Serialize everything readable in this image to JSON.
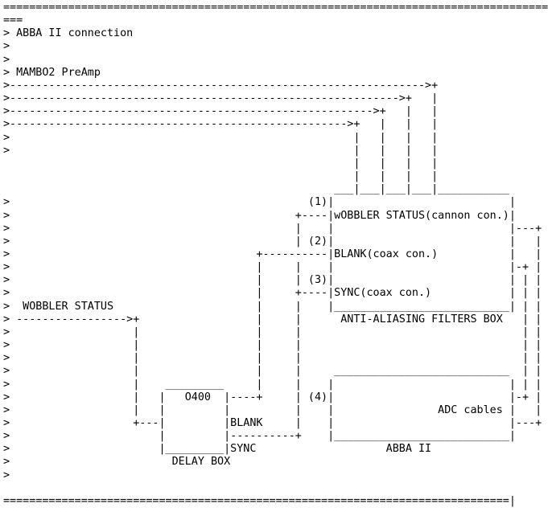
{
  "colors": {
    "background": "#ffffff",
    "text": "#000000"
  },
  "document": {
    "title": "ABBA II connection",
    "source_label": "MAMBO2 PreAmp",
    "left_signal_label": "WOBBLER STATUS",
    "boxes": [
      {
        "name": "ANTI-ALIASING FILTERS BOX",
        "ports": [
          {
            "number": "(1)",
            "label": "wOBBLER STATUS(cannon con.)"
          },
          {
            "number": "(2)",
            "label": "BLANK(coax con.)"
          },
          {
            "number": "(3)",
            "label": "SYNC(coax con.)"
          }
        ]
      },
      {
        "name": "DELAY BOX",
        "unit": "O400",
        "output_labels": [
          "BLANK",
          "SYNC"
        ]
      },
      {
        "name": "ABBA II",
        "port_number": "(4)",
        "label": "ADC cables"
      }
    ]
  },
  "diagram": {
    "note": "Each line is a list of segments: [col, text] places text at column; [col, n, ch] places ch repeated n times at column.",
    "lines": [
      [
        [
          0,
          84,
          "="
        ]
      ],
      [
        [
          0,
          "==="
        ]
      ],
      [
        [
          0,
          "> ABBA II connection"
        ]
      ],
      [
        [
          0,
          ">"
        ]
      ],
      [
        [
          0,
          ">"
        ]
      ],
      [
        [
          0,
          "> MAMBO2 PreAmp"
        ]
      ],
      [
        [
          0,
          ">"
        ],
        [
          1,
          64,
          "-"
        ],
        [
          65,
          ">+"
        ]
      ],
      [
        [
          0,
          ">"
        ],
        [
          1,
          60,
          "-"
        ],
        [
          61,
          ">+"
        ],
        [
          66,
          "|"
        ]
      ],
      [
        [
          0,
          ">"
        ],
        [
          1,
          56,
          "-"
        ],
        [
          57,
          ">+"
        ],
        [
          62,
          "|"
        ],
        [
          66,
          "|"
        ]
      ],
      [
        [
          0,
          ">"
        ],
        [
          1,
          52,
          "-"
        ],
        [
          53,
          ">+"
        ],
        [
          58,
          "|"
        ],
        [
          62,
          "|"
        ],
        [
          66,
          "|"
        ]
      ],
      [
        [
          0,
          ">"
        ],
        [
          54,
          "|"
        ],
        [
          58,
          "|"
        ],
        [
          62,
          "|"
        ],
        [
          66,
          "|"
        ]
      ],
      [
        [
          0,
          ">"
        ],
        [
          54,
          "|"
        ],
        [
          58,
          "|"
        ],
        [
          62,
          "|"
        ],
        [
          66,
          "|"
        ]
      ],
      [
        [
          54,
          "|"
        ],
        [
          58,
          "|"
        ],
        [
          62,
          "|"
        ],
        [
          66,
          "|"
        ]
      ],
      [
        [
          54,
          "|"
        ],
        [
          58,
          "|"
        ],
        [
          62,
          "|"
        ],
        [
          66,
          "|"
        ]
      ],
      [
        [
          51,
          27,
          "_"
        ],
        [
          54,
          "|"
        ],
        [
          58,
          "|"
        ],
        [
          62,
          "|"
        ],
        [
          66,
          "|"
        ]
      ],
      [
        [
          0,
          ">"
        ],
        [
          47,
          "(1)|"
        ],
        [
          78,
          "|"
        ]
      ],
      [
        [
          0,
          ">"
        ],
        [
          45,
          "+----|wOBBLER STATUS(cannon con.)|"
        ]
      ],
      [
        [
          0,
          ">"
        ],
        [
          45,
          "|"
        ],
        [
          50,
          "|"
        ],
        [
          78,
          "|---+"
        ]
      ],
      [
        [
          0,
          ">"
        ],
        [
          45,
          "| (2)|"
        ],
        [
          78,
          "|"
        ],
        [
          82,
          "|"
        ]
      ],
      [
        [
          0,
          ">"
        ],
        [
          39,
          "+----------|BLANK(coax con.)"
        ],
        [
          78,
          "|"
        ],
        [
          82,
          "|"
        ]
      ],
      [
        [
          0,
          ">"
        ],
        [
          39,
          "|"
        ],
        [
          45,
          "|"
        ],
        [
          50,
          "|"
        ],
        [
          78,
          "|-+"
        ],
        [
          82,
          "|"
        ]
      ],
      [
        [
          0,
          ">"
        ],
        [
          39,
          "|"
        ],
        [
          45,
          "| (3)|"
        ],
        [
          78,
          "|"
        ],
        [
          80,
          "|"
        ],
        [
          82,
          "|"
        ]
      ],
      [
        [
          0,
          ">"
        ],
        [
          39,
          "|"
        ],
        [
          45,
          "+----|SYNC(coax con.)"
        ],
        [
          78,
          "|"
        ],
        [
          80,
          "|"
        ],
        [
          82,
          "|"
        ]
      ],
      [
        [
          0,
          ">  WOBBLER STATUS"
        ],
        [
          39,
          "|"
        ],
        [
          45,
          "|"
        ],
        [
          50,
          "|"
        ],
        [
          51,
          27,
          "_"
        ],
        [
          78,
          "|"
        ],
        [
          80,
          "|"
        ],
        [
          82,
          "|"
        ]
      ],
      [
        [
          0,
          "> "
        ],
        [
          2,
          17,
          "-"
        ],
        [
          19,
          ">+"
        ],
        [
          39,
          "|"
        ],
        [
          45,
          "|"
        ],
        [
          52,
          "ANTI-ALIASING FILTERS BOX"
        ],
        [
          80,
          "|"
        ],
        [
          82,
          "|"
        ]
      ],
      [
        [
          0,
          ">"
        ],
        [
          20,
          "|"
        ],
        [
          39,
          "|"
        ],
        [
          45,
          "|"
        ],
        [
          80,
          "|"
        ],
        [
          82,
          "|"
        ]
      ],
      [
        [
          0,
          ">"
        ],
        [
          20,
          "|"
        ],
        [
          39,
          "|"
        ],
        [
          45,
          "|"
        ],
        [
          80,
          "|"
        ],
        [
          82,
          "|"
        ]
      ],
      [
        [
          0,
          ">"
        ],
        [
          20,
          "|"
        ],
        [
          39,
          "|"
        ],
        [
          45,
          "|"
        ],
        [
          80,
          "|"
        ],
        [
          82,
          "|"
        ]
      ],
      [
        [
          0,
          ">"
        ],
        [
          20,
          "|"
        ],
        [
          39,
          "|"
        ],
        [
          45,
          "|"
        ],
        [
          51,
          27,
          "_"
        ],
        [
          80,
          "|"
        ],
        [
          82,
          "|"
        ]
      ],
      [
        [
          0,
          ">"
        ],
        [
          20,
          "|"
        ],
        [
          25,
          9,
          "_"
        ],
        [
          39,
          "|"
        ],
        [
          45,
          "|"
        ],
        [
          50,
          "|"
        ],
        [
          78,
          "|"
        ],
        [
          80,
          "|"
        ],
        [
          82,
          "|"
        ]
      ],
      [
        [
          0,
          ">"
        ],
        [
          20,
          "|"
        ],
        [
          24,
          "|   O400  |----+"
        ],
        [
          45,
          "| (4)|"
        ],
        [
          78,
          "|-+"
        ],
        [
          82,
          "|"
        ]
      ],
      [
        [
          0,
          ">"
        ],
        [
          20,
          "|"
        ],
        [
          24,
          "|"
        ],
        [
          34,
          "|"
        ],
        [
          45,
          "|"
        ],
        [
          50,
          "|"
        ],
        [
          67,
          "ADC cables"
        ],
        [
          78,
          "|"
        ],
        [
          82,
          "|"
        ]
      ],
      [
        [
          0,
          ">"
        ],
        [
          20,
          "+---|"
        ],
        [
          34,
          "|BLANK"
        ],
        [
          45,
          "|"
        ],
        [
          50,
          "|"
        ],
        [
          78,
          "|---+"
        ]
      ],
      [
        [
          0,
          ">"
        ],
        [
          24,
          "|"
        ],
        [
          34,
          "|"
        ],
        [
          35,
          10,
          "-"
        ],
        [
          45,
          "+"
        ],
        [
          50,
          "|"
        ],
        [
          51,
          27,
          "_"
        ],
        [
          78,
          "|"
        ]
      ],
      [
        [
          0,
          ">"
        ],
        [
          24,
          "|"
        ],
        [
          25,
          9,
          "_"
        ],
        [
          34,
          "|SYNC"
        ],
        [
          59,
          "ABBA II"
        ]
      ],
      [
        [
          0,
          ">"
        ],
        [
          26,
          "DELAY BOX"
        ]
      ],
      [
        [
          0,
          ">"
        ]
      ],
      [],
      [
        [
          0,
          78,
          "="
        ],
        [
          78,
          "|"
        ]
      ],
      []
    ]
  }
}
